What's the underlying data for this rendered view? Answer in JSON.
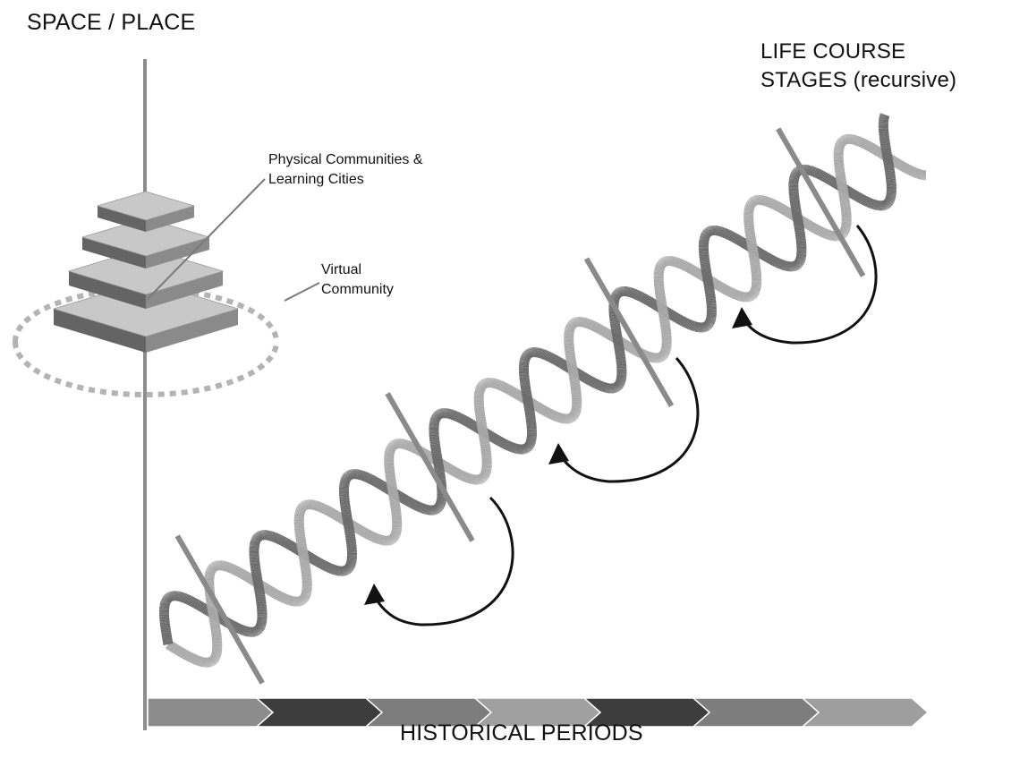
{
  "labels": {
    "space_place": "SPACE / PLACE",
    "life_course_line1": "LIFE COURSE",
    "life_course_line2": "STAGES (recursive)",
    "historical_periods": "HISTORICAL PERIODS",
    "physical_line1": "Physical Communities &",
    "physical_line2": "Learning Cities",
    "virtual_line1": "Virtual",
    "virtual_line2": "Community"
  },
  "colors": {
    "axis": "#8c8c8c",
    "tier_top": "#c8c8c8",
    "tier_side_dark": "#646464",
    "tier_side_mid": "#8a8a8a",
    "ring": "#b3b3b3",
    "strand_dark": "#6b6b6b",
    "strand_light": "#a9a9a9",
    "divider": "#8a8a8a",
    "recursion_arrow": "#111111",
    "period_colors": [
      "#8c8c8c",
      "#3d3d3d",
      "#7d7d7d",
      "#a0a0a0",
      "#3d3d3d",
      "#7d7d7d",
      "#9e9e9e"
    ]
  },
  "diagram": {
    "pyramid_tiers": 4,
    "historical_period_count": 7,
    "life_course_stage_dividers": 4,
    "recursion_arrows": 3
  }
}
